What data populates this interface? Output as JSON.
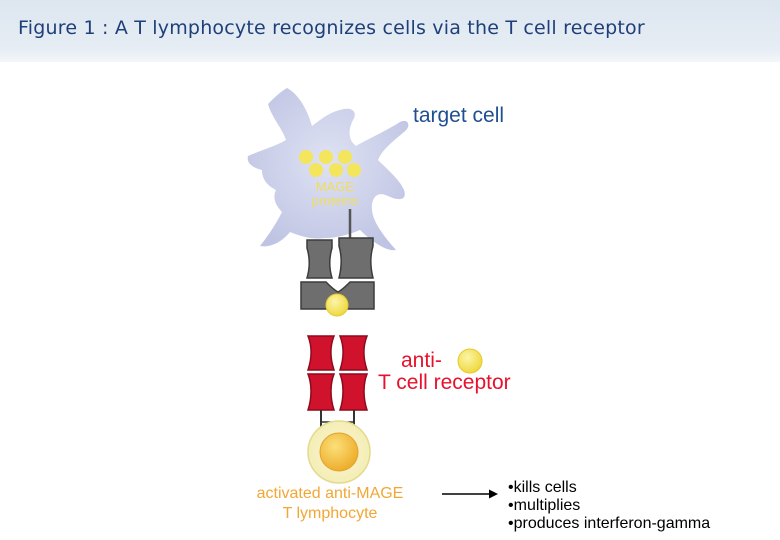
{
  "figure": {
    "title": "Figure 1 : A T lymphocyte recognizes cells via the T cell receptor"
  },
  "labels": {
    "target_cell": "target cell",
    "mage_line1": "MAGE",
    "mage_line2": "proteins",
    "tcr_line1": "anti-",
    "tcr_line2": "T cell receptor",
    "lymphocyte_line1": "activated anti-MAGE",
    "lymphocyte_line2": "T lymphocyte"
  },
  "outcomes": [
    "kills cells",
    "multiplies",
    "produces interferon-gamma"
  ],
  "colors": {
    "header_bg": "#dde6f0",
    "title_text": "#1f3f7a",
    "target_cell_body": "#c6cbe6",
    "target_label": "#1f4f91",
    "mage_protein": "#f3e55c",
    "mhc_molecule": "#6e6e6e",
    "tcr_molecule": "#d0122c",
    "tcr_label": "#e8112d",
    "lymphocyte_outer": "#f8f3c8",
    "lymphocyte_nucleus": "#f2c13c",
    "lymphocyte_label": "#f2a735",
    "arrow": "#000000"
  }
}
